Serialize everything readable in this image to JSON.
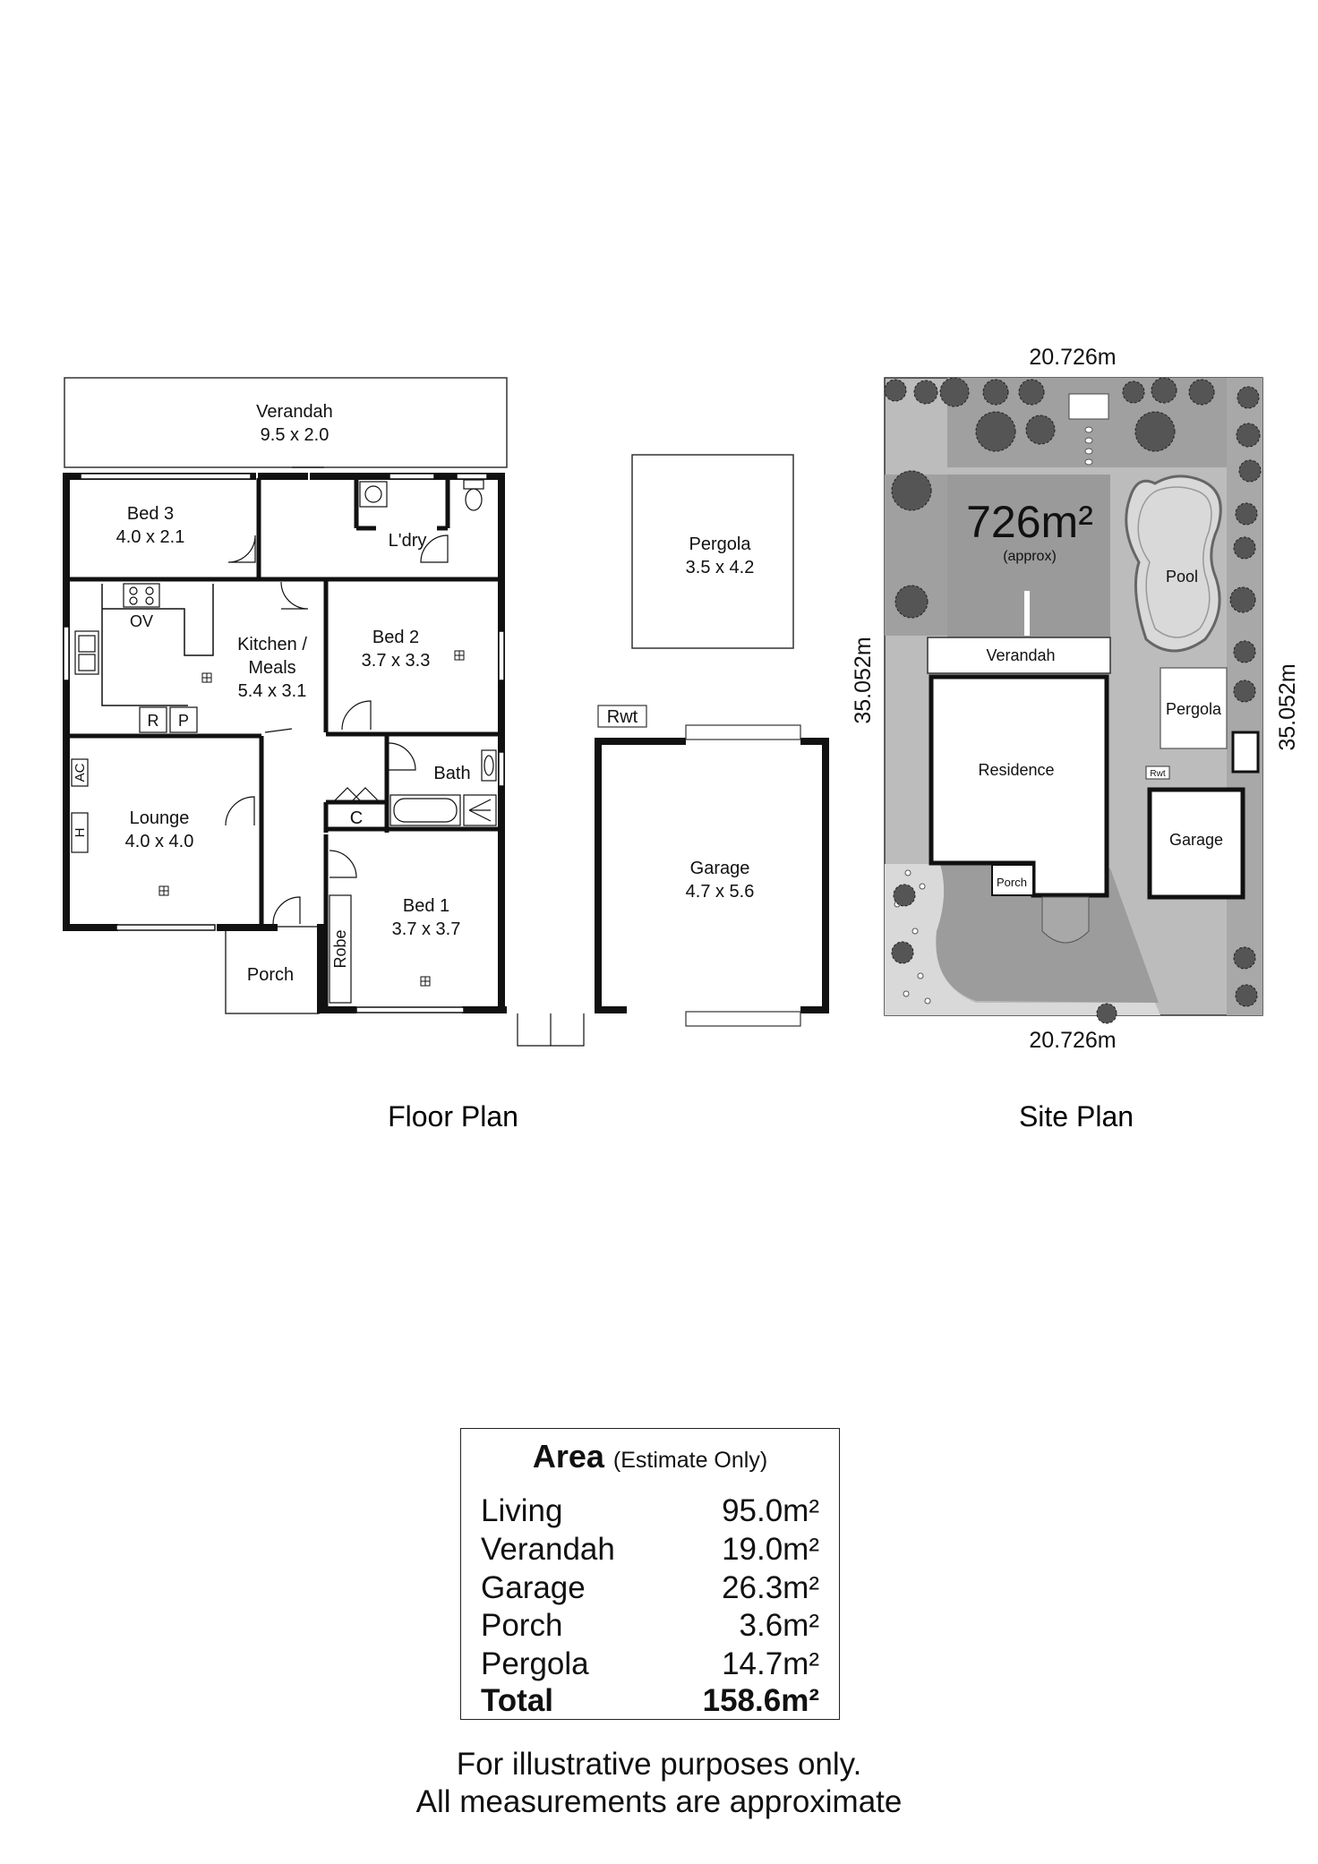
{
  "floor_plan": {
    "caption": "Floor Plan",
    "rooms": {
      "verandah": {
        "name": "Verandah",
        "size": "9.5 x 2.0"
      },
      "bed3": {
        "name": "Bed 3",
        "size": "4.0 x 2.1"
      },
      "laundry": {
        "name": "L'dry"
      },
      "kitchen": {
        "name_line1": "Kitchen /",
        "name_line2": "Meals",
        "size": "5.4 x 3.1"
      },
      "bed2": {
        "name": "Bed 2",
        "size": "3.7 x 3.3"
      },
      "lounge": {
        "name": "Lounge",
        "size": "4.0 x 4.0"
      },
      "bath": {
        "name": "Bath"
      },
      "cupboard": {
        "name": "C"
      },
      "bed1": {
        "name": "Bed 1",
        "size": "3.7 x 3.7"
      },
      "robe": {
        "name": "Robe"
      },
      "porch": {
        "name": "Porch"
      },
      "pergola": {
        "name": "Pergola",
        "size": "3.5 x 4.2"
      },
      "garage": {
        "name": "Garage",
        "size": "4.7 x 5.6"
      }
    },
    "fixtures": {
      "oven": "OV",
      "fridge": "R",
      "pantry": "P",
      "ac": "AC",
      "heater": "H",
      "rainwater_tank": "Rwt"
    }
  },
  "site_plan": {
    "caption": "Site Plan",
    "top_dimension": "20.726m",
    "bottom_dimension": "20.726m",
    "left_dimension": "35.052m",
    "right_dimension": "35.052m",
    "land_area": "726m²",
    "land_area_note": "(approx)",
    "labels": {
      "verandah": "Verandah",
      "residence": "Residence",
      "porch": "Porch",
      "pool": "Pool",
      "pergola": "Pergola",
      "garage": "Garage",
      "rainwater_tank": "Rwt"
    }
  },
  "area_table": {
    "title": "Area",
    "subtitle": "(Estimate Only)",
    "rows": [
      {
        "label": "Living",
        "value": "95.0m²"
      },
      {
        "label": "Verandah",
        "value": "19.0m²"
      },
      {
        "label": "Garage",
        "value": "26.3m²"
      },
      {
        "label": "Porch",
        "value": "3.6m²"
      },
      {
        "label": "Pergola",
        "value": "14.7m²"
      }
    ],
    "total": {
      "label": "Total",
      "value": "158.6m²"
    }
  },
  "disclaimer": {
    "line1": "For illustrative purposes only.",
    "line2": "All measurements are approximate"
  },
  "colors": {
    "wall": "#111111",
    "site_dark": "#9a9a9a",
    "site_mid": "#bcbcbc",
    "site_light": "#d9d9d9",
    "tree": "#555555"
  }
}
